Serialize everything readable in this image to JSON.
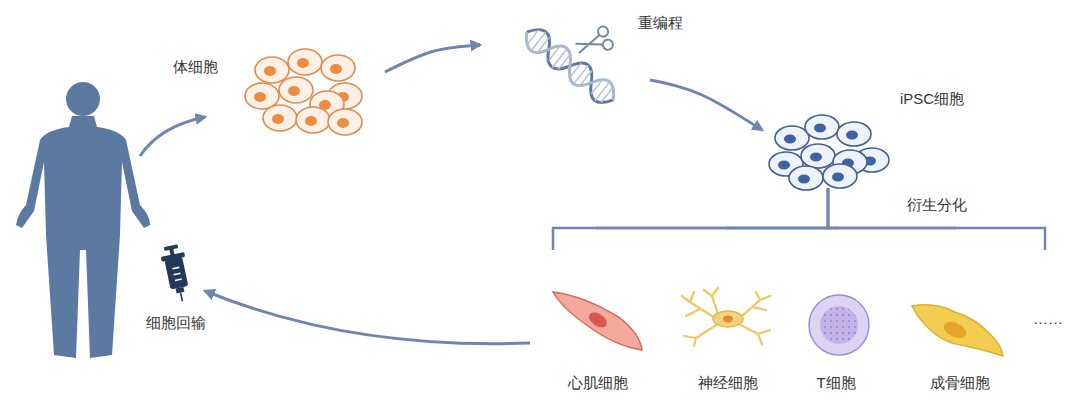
{
  "diagram": {
    "nodes": [
      {
        "text": [
          "体细胞"
        ]
      },
      {
        "text": [
          "重编程"
        ]
      },
      {
        "text": [
          "iPSC细胞"
        ]
      },
      {
        "text": [
          "心肌细胞"
        ]
      },
      {
        "text": [
          "神经细胞"
        ]
      },
      {
        "text": [
          "T细胞"
        ]
      },
      {
        "text": [
          "成骨细胞"
        ]
      },
      {
        "text": [
          "细胞回输"
        ]
      }
    ],
    "edges": [
      {
        "from": 0,
        "to": 1,
        "arrow": "to"
      },
      {
        "from": 1,
        "to": 2,
        "arrow": "to"
      },
      {
        "from": 2,
        "to": 3,
        "arrow": "none"
      },
      {
        "from": 2,
        "to": 4,
        "arrow": "none"
      },
      {
        "from": 2,
        "to": 5,
        "arrow": "none"
      },
      {
        "from": 2,
        "to": 6,
        "arrow": "none"
      }
    ],
    "labels": [
      "衍生分化",
      "……"
    ]
  }
}
